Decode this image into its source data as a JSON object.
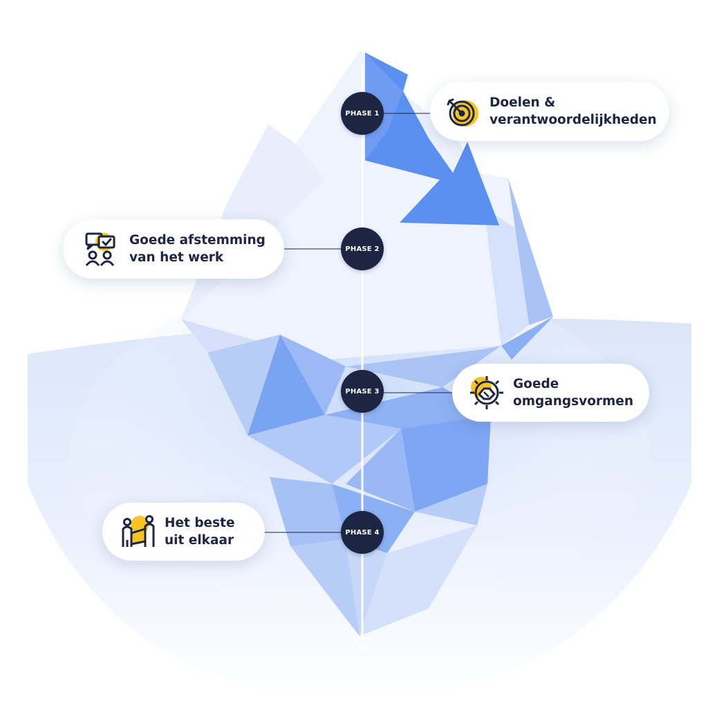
{
  "phases": [
    {
      "label": "PHASE 1",
      "card_text": "Doelen &\nverantwoordelijkheden",
      "icon": "target-icon"
    },
    {
      "label": "PHASE 2",
      "card_text": "Goede afstemming\nvan het werk",
      "icon": "team-meeting-icon"
    },
    {
      "label": "PHASE 3",
      "card_text": "Goede\nomgangsvormen",
      "icon": "handshake-icon"
    },
    {
      "label": "PHASE 4",
      "card_text": "Het beste\nuit elkaar",
      "icon": "teamwork-icon"
    }
  ],
  "colors": {
    "navy": "#1c2541",
    "accent_yellow": "#f7c325",
    "iceberg_blue": "#5b8ff0",
    "iceberg_light": "#e6eefc",
    "water": "#c9daf8"
  }
}
